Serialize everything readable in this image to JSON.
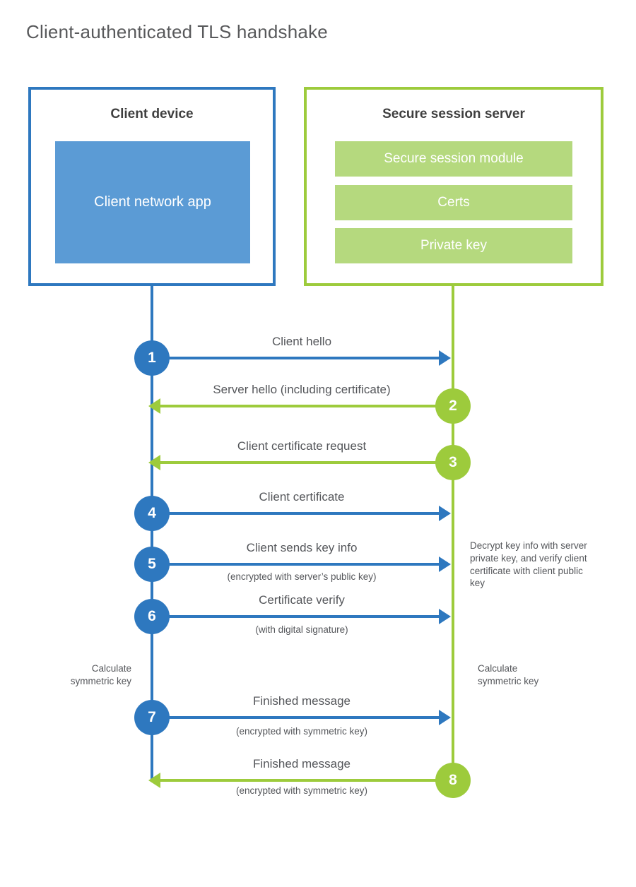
{
  "title": "Client-authenticated TLS handshake",
  "colors": {
    "blue": "#2E78BF",
    "blue_fill": "#5B9BD5",
    "green": "#9DCB3C",
    "green_fill": "#B5D97E"
  },
  "client": {
    "title": "Client device",
    "app_label": "Client network app"
  },
  "server": {
    "title": "Secure session server",
    "modules": [
      "Secure session module",
      "Certs",
      "Private key"
    ]
  },
  "steps": [
    {
      "num": "1",
      "from": "client",
      "label": "Client hello",
      "sublabel": ""
    },
    {
      "num": "2",
      "from": "server",
      "label": "Server hello (including certificate)",
      "sublabel": ""
    },
    {
      "num": "3",
      "from": "server",
      "label": "Client certificate request",
      "sublabel": ""
    },
    {
      "num": "4",
      "from": "client",
      "label": "Client certificate",
      "sublabel": ""
    },
    {
      "num": "5",
      "from": "client",
      "label": "Client sends key info",
      "sublabel": "(encrypted with server’s public key)"
    },
    {
      "num": "6",
      "from": "client",
      "label": "Certificate verify",
      "sublabel": "(with digital signature)"
    },
    {
      "num": "7",
      "from": "client",
      "label": "Finished message",
      "sublabel": "(encrypted with symmetric key)"
    },
    {
      "num": "8",
      "from": "server",
      "label": "Finished message",
      "sublabel": "(encrypted with symmetric key)"
    }
  ],
  "annotations": {
    "decrypt_note": "Decrypt key info with server private key, and verify client certificate with client public key",
    "calc_left": "Calculate symmetric key",
    "calc_right": "Calculate symmetric key"
  }
}
